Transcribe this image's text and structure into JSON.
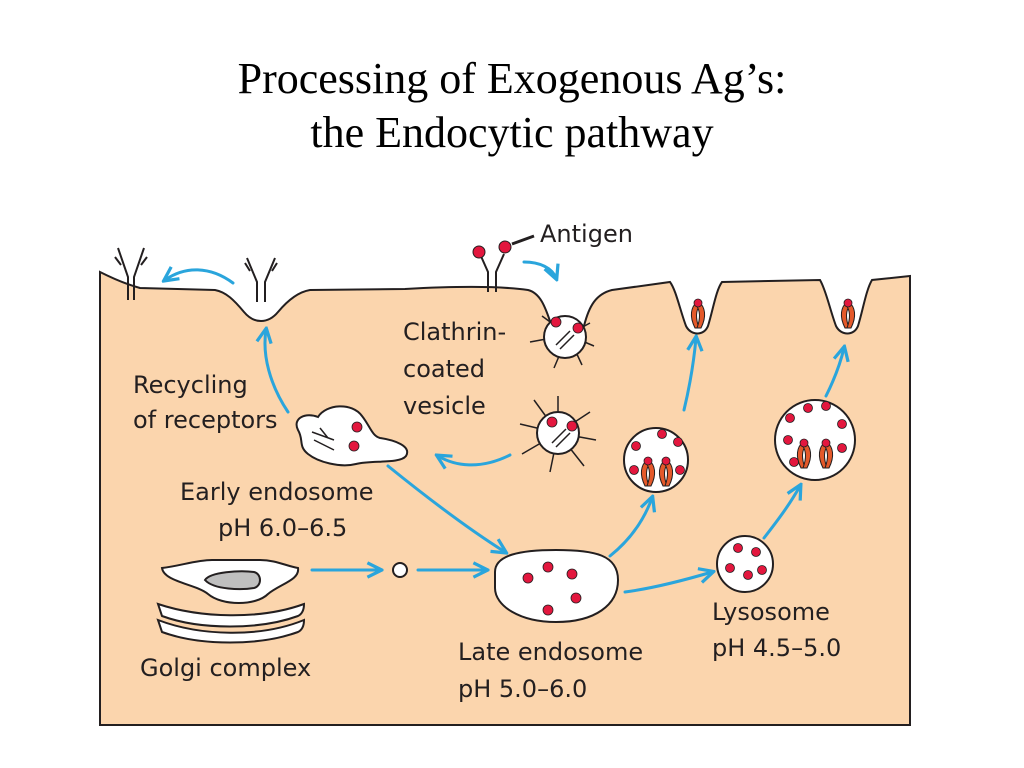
{
  "title": {
    "line1": "Processing of Exogenous Ag’s:",
    "line2": "the Endocytic pathway"
  },
  "labels": {
    "antigen": "Antigen",
    "clathrin_l1": "Clathrin-",
    "clathrin_l2": "coated",
    "clathrin_l3": "vesicle",
    "recycling_l1": "Recycling",
    "recycling_l2": "of receptors",
    "early_l1": "Early endosome",
    "early_l2": "pH 6.0–6.5",
    "golgi": "Golgi complex",
    "late_l1": "Late endosome",
    "late_l2": "pH 5.0–6.0",
    "lysosome_l1": "Lysosome",
    "lysosome_l2": "pH 4.5–5.0"
  },
  "colors": {
    "cytoplasm": "#fbd5ad",
    "arrow": "#2aa5dc",
    "antigen": "#e3173e",
    "mhc": "#e4592a",
    "outline": "#231f20"
  }
}
